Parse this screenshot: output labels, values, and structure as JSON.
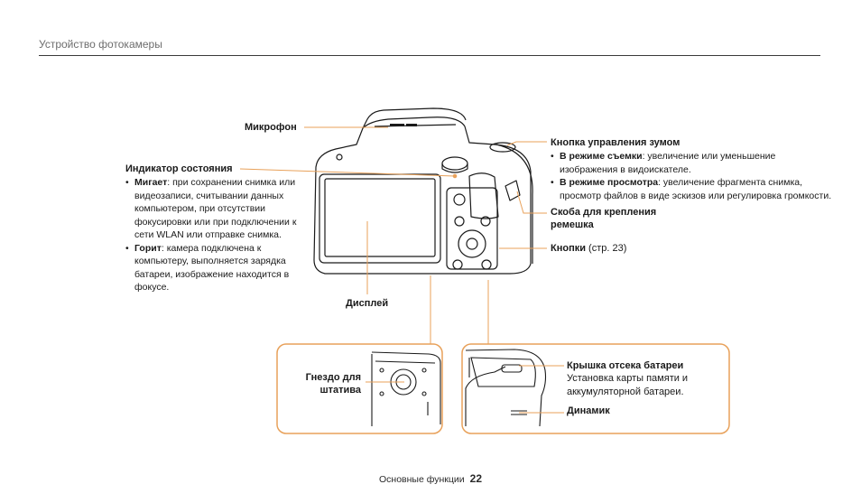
{
  "header": {
    "title": "Устройство фотокамеры"
  },
  "labels": {
    "microphone": "Микрофон",
    "status_indicator": {
      "title": "Индикатор состояния",
      "blink_term": "Мигает",
      "blink_text": ": при сохранении снимка или видеозаписи, считывании данных компьютером, при отсутствии фокусировки или при подключении к сети WLAN или отправке снимка.",
      "lit_term": "Горит",
      "lit_text": ": камера подключена к компьютеру, выполняется зарядка батареи, изображение находится в фокусе."
    },
    "display": "Дисплей",
    "zoom_button": {
      "title": "Кнопка управления зумом",
      "shoot_term": "В режиме съемки",
      "shoot_text": ": увеличение или уменьшение изображения в видоискателе.",
      "view_term": "В режиме просмотра",
      "view_text": ": увеличение фрагмента снимка, просмотр файлов в виде эскизов или регулировка громкости."
    },
    "strap_eyelet": "Скоба для крепления ремешка",
    "buttons": {
      "title": "Кнопки",
      "ref": " (стр. 23)"
    },
    "tripod": "Гнездо для штатива",
    "battery_cover": {
      "title": "Крышка отсека батареи",
      "text": "Установка карты памяти и аккумуляторной батареи."
    },
    "speaker": "Динамик"
  },
  "footer": {
    "section": "Основные функции",
    "page": "22"
  },
  "colors": {
    "accent": "#e8a15a",
    "line": "#1a1a1a"
  }
}
